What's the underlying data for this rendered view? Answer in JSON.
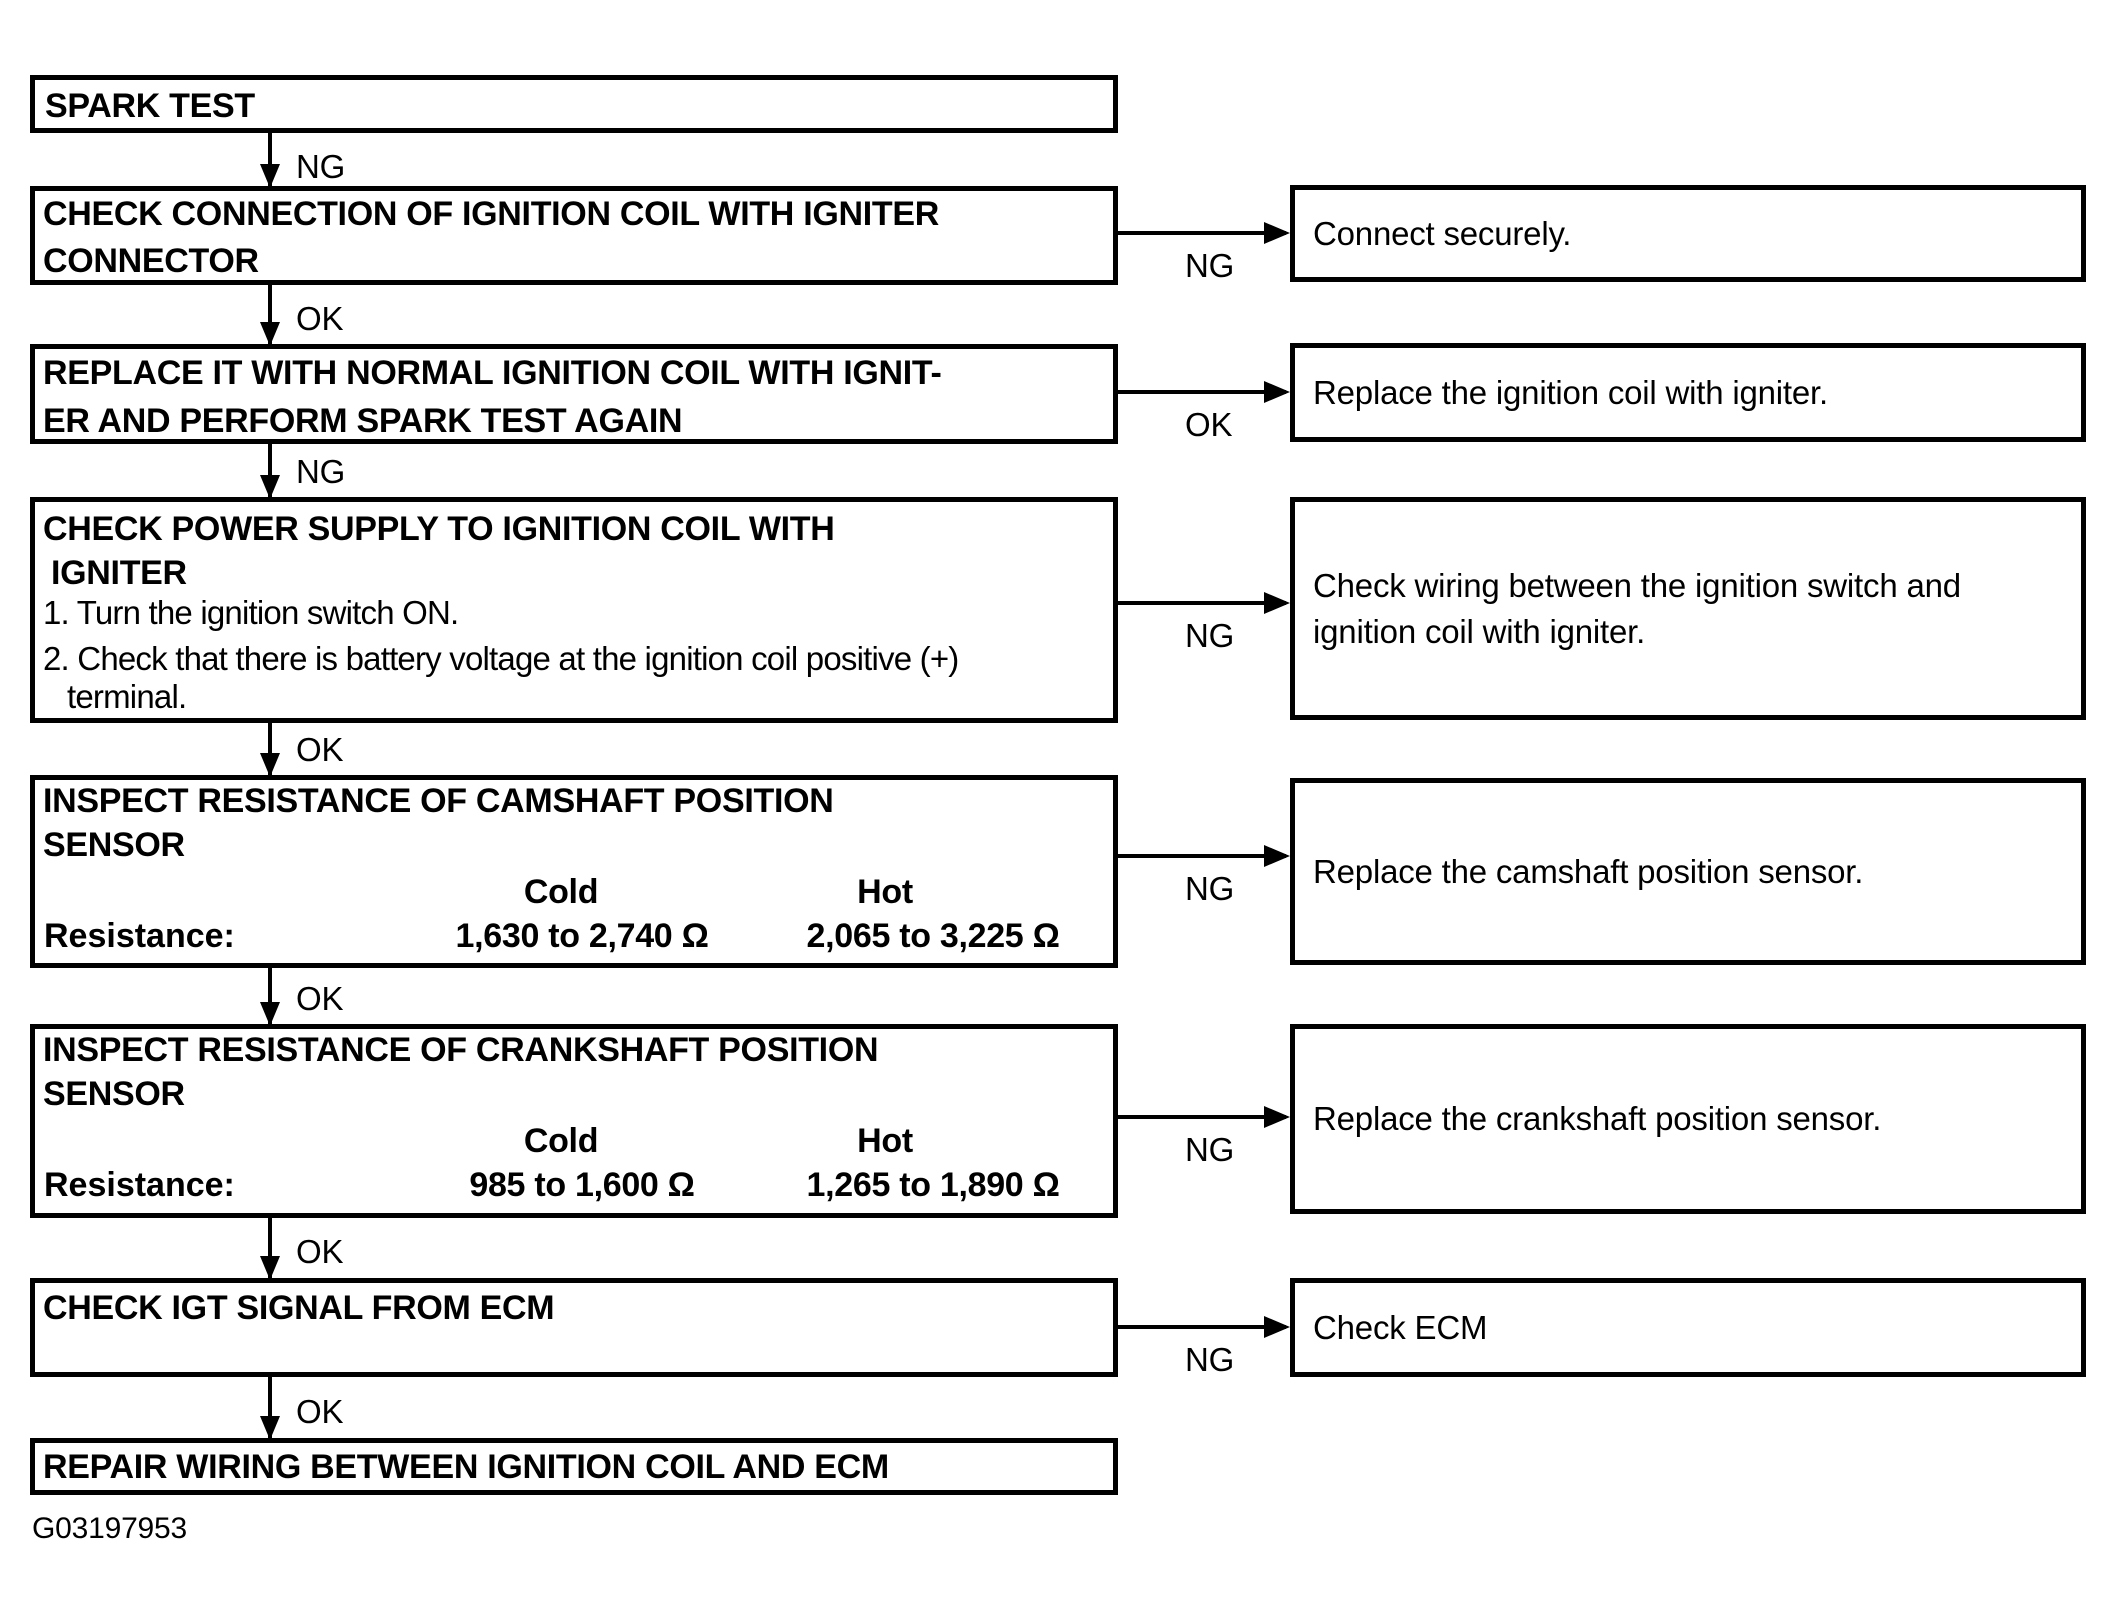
{
  "figure_id": "G03197953",
  "colors": {
    "ink": "#000000",
    "paper": "#ffffff"
  },
  "flow": {
    "steps": [
      {
        "id": "spark-test",
        "title": "SPARK TEST"
      },
      {
        "id": "check-connection",
        "line1": "CHECK CONNECTION OF IGNITION COIL WITH IGNITER",
        "line2": "CONNECTOR"
      },
      {
        "id": "replace-coil-retest",
        "line1": "REPLACE IT WITH NORMAL IGNITION COIL WITH IGNIT-",
        "line2": "ER AND PERFORM SPARK TEST AGAIN"
      },
      {
        "id": "check-power-supply",
        "line1": "CHECK POWER SUPPLY TO IGNITION COIL WITH",
        "line2": "IGNITER",
        "step1": "1. Turn the ignition switch ON.",
        "step2": "2. Check that there is battery voltage at the ignition coil positive (+)",
        "step2_cont": "terminal."
      },
      {
        "id": "inspect-camshaft",
        "line1": "INSPECT RESISTANCE OF CAMSHAFT POSITION",
        "line2": "SENSOR",
        "col_cold": "Cold",
        "col_hot": "Hot",
        "row_label": "Resistance:",
        "cold": "1,630 to 2,740 Ω",
        "hot": "2,065 to 3,225 Ω"
      },
      {
        "id": "inspect-crankshaft",
        "line1": "INSPECT RESISTANCE OF CRANKSHAFT POSITION",
        "line2": "SENSOR",
        "col_cold": "Cold",
        "col_hot": "Hot",
        "row_label": "Resistance:",
        "cold": "985 to 1,600 Ω",
        "hot": "1,265 to 1,890 Ω"
      },
      {
        "id": "check-igt",
        "title": "CHECK IGT SIGNAL FROM ECM"
      },
      {
        "id": "repair-wiring",
        "title": "REPAIR WIRING BETWEEN IGNITION COIL AND ECM"
      }
    ],
    "results": [
      {
        "id": "connect-securely",
        "text": "Connect securely."
      },
      {
        "id": "replace-coil",
        "text": "Replace the ignition coil with igniter."
      },
      {
        "id": "check-wiring",
        "line1": "Check wiring between the ignition switch and",
        "line2": "ignition coil with igniter."
      },
      {
        "id": "replace-camshaft",
        "text": "Replace the camshaft position sensor."
      },
      {
        "id": "replace-crankshaft",
        "text": "Replace the crankshaft position sensor."
      },
      {
        "id": "check-ecm",
        "text": "Check ECM"
      }
    ],
    "down_labels": [
      "NG",
      "OK",
      "NG",
      "OK",
      "OK",
      "OK",
      "OK"
    ],
    "side_labels": [
      "NG",
      "OK",
      "NG",
      "NG",
      "NG",
      "NG"
    ]
  }
}
